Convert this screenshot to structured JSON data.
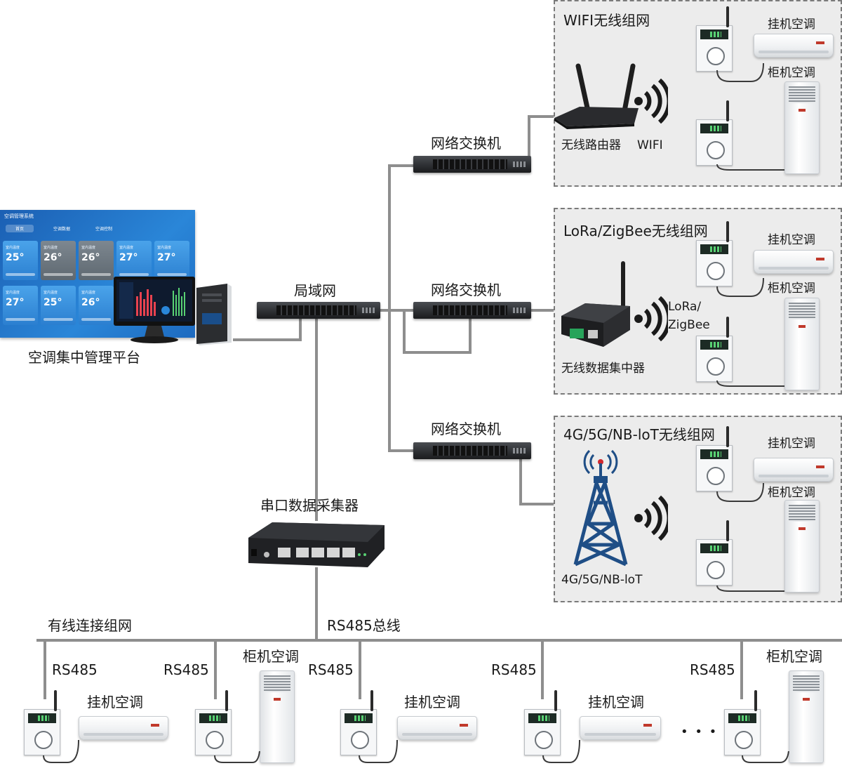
{
  "panels": {
    "wifi": {
      "title": "WIFI无线组网",
      "device_label": "无线路由器",
      "signal_label": "WIFI",
      "ac_wall_label": "挂机空调",
      "ac_cabinet_label": "柜机空调"
    },
    "lora": {
      "title": "LoRa/ZigBee无线组网",
      "device_label": "无线数据集中器",
      "signal_label_1": "LoRa/",
      "signal_label_2": "ZigBee",
      "ac_wall_label": "挂机空调",
      "ac_cabinet_label": "柜机空调"
    },
    "cellular": {
      "title": "4G/5G/NB-loT无线组网",
      "device_label": "4G/5G/NB-loT",
      "ac_wall_label": "挂机空调",
      "ac_cabinet_label": "柜机空调"
    }
  },
  "network": {
    "lan_label": "局域网",
    "switch_label": "网络交换机",
    "serial_collector_label": "串口数据采集器",
    "platform_label": "空调集中管理平台",
    "bus_label": "RS485总线",
    "wired_label": "有线连接组网",
    "ellipsis": "• • •"
  },
  "bus_nodes": [
    {
      "port": "RS485",
      "unit": "挂机空调"
    },
    {
      "port": "RS485",
      "unit": "柜机空调"
    },
    {
      "port": "RS485",
      "unit": "挂机空调"
    },
    {
      "port": "RS485",
      "unit": "挂机空调"
    },
    {
      "port": "RS485",
      "unit": "柜机空调"
    }
  ],
  "dashboard": {
    "app_title": "空调管理系统",
    "nav": [
      "首页",
      "空调数据",
      "空调控制"
    ],
    "tiles": [
      {
        "room": "室内温度",
        "temp": "25°"
      },
      {
        "room": "室内温度",
        "temp": "26°"
      },
      {
        "room": "室内温度",
        "temp": "26°"
      },
      {
        "room": "室内温度",
        "temp": "27°"
      },
      {
        "room": "室内温度",
        "temp": "27°"
      },
      {
        "room": "室内温度",
        "temp": "27°"
      },
      {
        "room": "室内温度",
        "temp": "25°"
      },
      {
        "room": "室内温度",
        "temp": "26°"
      }
    ]
  },
  "colors": {
    "accent_blue": "#1e73c9",
    "tower_blue": "#1f4e86",
    "panel_bg": "#ececec",
    "wire": "#8e8e8e",
    "led_green": "#58d173"
  }
}
